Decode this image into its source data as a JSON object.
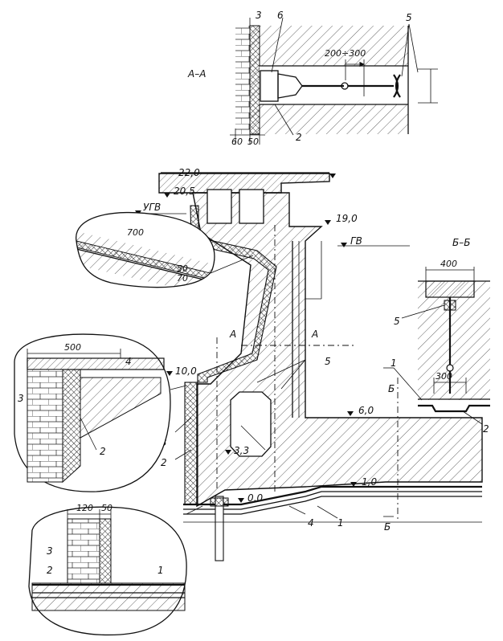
{
  "section_labels": {
    "aa": "А–А",
    "bb": "Б–Б",
    "a_mark": "А",
    "b_mark": "Б"
  },
  "elevations": {
    "e22": "22,0",
    "e20_5": "20,5",
    "e19": "19,0",
    "e10": "10,0",
    "e6": "6,0",
    "e3_3": "3,3",
    "e0": "0,0",
    "e1": "1,0"
  },
  "water_levels": {
    "ugv": "УГВ",
    "gv": "ГВ"
  },
  "dimensions": {
    "aa_range": "200÷300",
    "aa_60": "60",
    "aa_50": "50",
    "bb_400": "400",
    "bb_300": "300",
    "detail_700": "700",
    "detail_50": "50",
    "detail_70": "70",
    "detail_500": "500",
    "detail_120": "120",
    "detail_50b": "50"
  },
  "callouts": {
    "n1": "1",
    "n2": "2",
    "n3": "3",
    "n4": "4",
    "n5": "5",
    "n6": "6"
  }
}
